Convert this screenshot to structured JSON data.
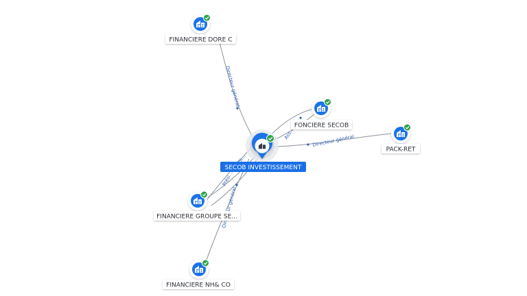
{
  "colors": {
    "node_blue": "#1a73e8",
    "check_green": "#2fa24a",
    "edge_gray": "#8a9099",
    "edge_text_blue": "#2f5fb3",
    "center_label_bg": "#1a6fe6"
  },
  "center": {
    "label": "SECOB INVESTISSEMENT",
    "icon": "building-icon",
    "status_icon": "check-icon"
  },
  "nodes": [
    {
      "id": "dore",
      "label": "FINANCIERE DORE C",
      "icon": "building-icon",
      "status_icon": "check-icon"
    },
    {
      "id": "fonciere",
      "label": "FONCIERE SECOB",
      "icon": "building-icon",
      "status_icon": "check-icon"
    },
    {
      "id": "packret",
      "label": "PACK-RET",
      "icon": "building-icon",
      "status_icon": "check-icon"
    },
    {
      "id": "groupe",
      "label": "FINANCIERE GROUPE SE...",
      "icon": "building-icon",
      "status_icon": "check-icon"
    },
    {
      "id": "nh",
      "label": "FINANCIERE NH& CO",
      "icon": "building-icon",
      "status_icon": "check-icon"
    }
  ],
  "edges": [
    {
      "from": "dore",
      "label": "Directeur général"
    },
    {
      "from": "fonciere",
      "label": "Ass..."
    },
    {
      "from": "packret",
      "label": "Directeur général"
    },
    {
      "from": "groupe",
      "label": "Prési..."
    },
    {
      "from": "groupe",
      "label": "Di..."
    },
    {
      "from": "nh",
      "label": "Directeur général"
    }
  ]
}
